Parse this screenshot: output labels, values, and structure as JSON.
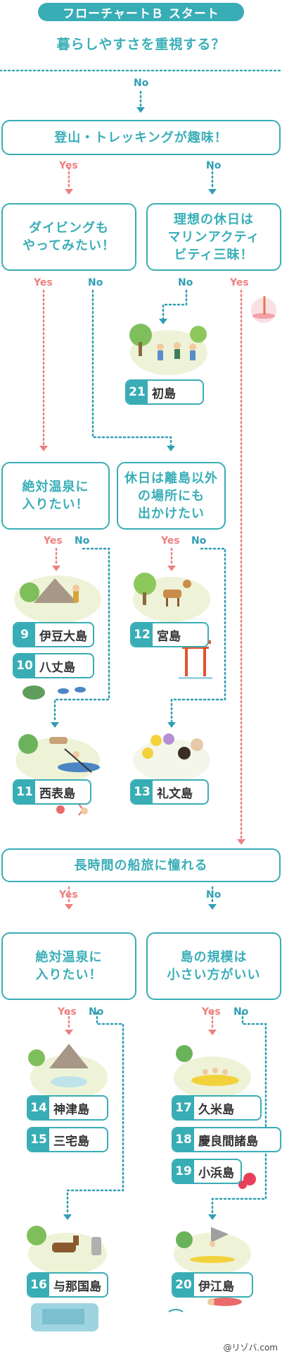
{
  "header": {
    "title": "フローチャートＢ スタート",
    "question": "暮らしやすさを重視する？"
  },
  "labels": {
    "yes": "Yes",
    "no": "No"
  },
  "questions": {
    "q1": "登山・トレッキングが趣味！",
    "q2": "ダイビングも\nやってみたい！",
    "q3": "理想の休日は\nマリンアクティ\nビティ三昧！",
    "q4": "絶対温泉に\n入りたい！",
    "q5": "休日は離島以外\nの場所にも\n出かけたい",
    "q6": "長時間の船旅に憧れる",
    "q7": "絶対温泉に\n入りたい！",
    "q8": "島の規模は\n小さい方がいい"
  },
  "results": [
    {
      "num": "21",
      "name": "初島"
    },
    {
      "num": "9",
      "name": "伊豆大島"
    },
    {
      "num": "10",
      "name": "八丈島"
    },
    {
      "num": "12",
      "name": "宮島"
    },
    {
      "num": "11",
      "name": "西表島"
    },
    {
      "num": "13",
      "name": "礼文島"
    },
    {
      "num": "14",
      "name": "神津島"
    },
    {
      "num": "15",
      "name": "三宅島"
    },
    {
      "num": "17",
      "name": "久米島"
    },
    {
      "num": "18",
      "name": "慶良間諸島"
    },
    {
      "num": "19",
      "name": "小浜島"
    },
    {
      "num": "16",
      "name": "与那国島"
    },
    {
      "num": "20",
      "name": "伊江島"
    }
  ],
  "footer": "@リゾバ.com",
  "colors": {
    "teal": "#39adb5",
    "yes": "#ee8080",
    "no": "#2f9fb5"
  }
}
